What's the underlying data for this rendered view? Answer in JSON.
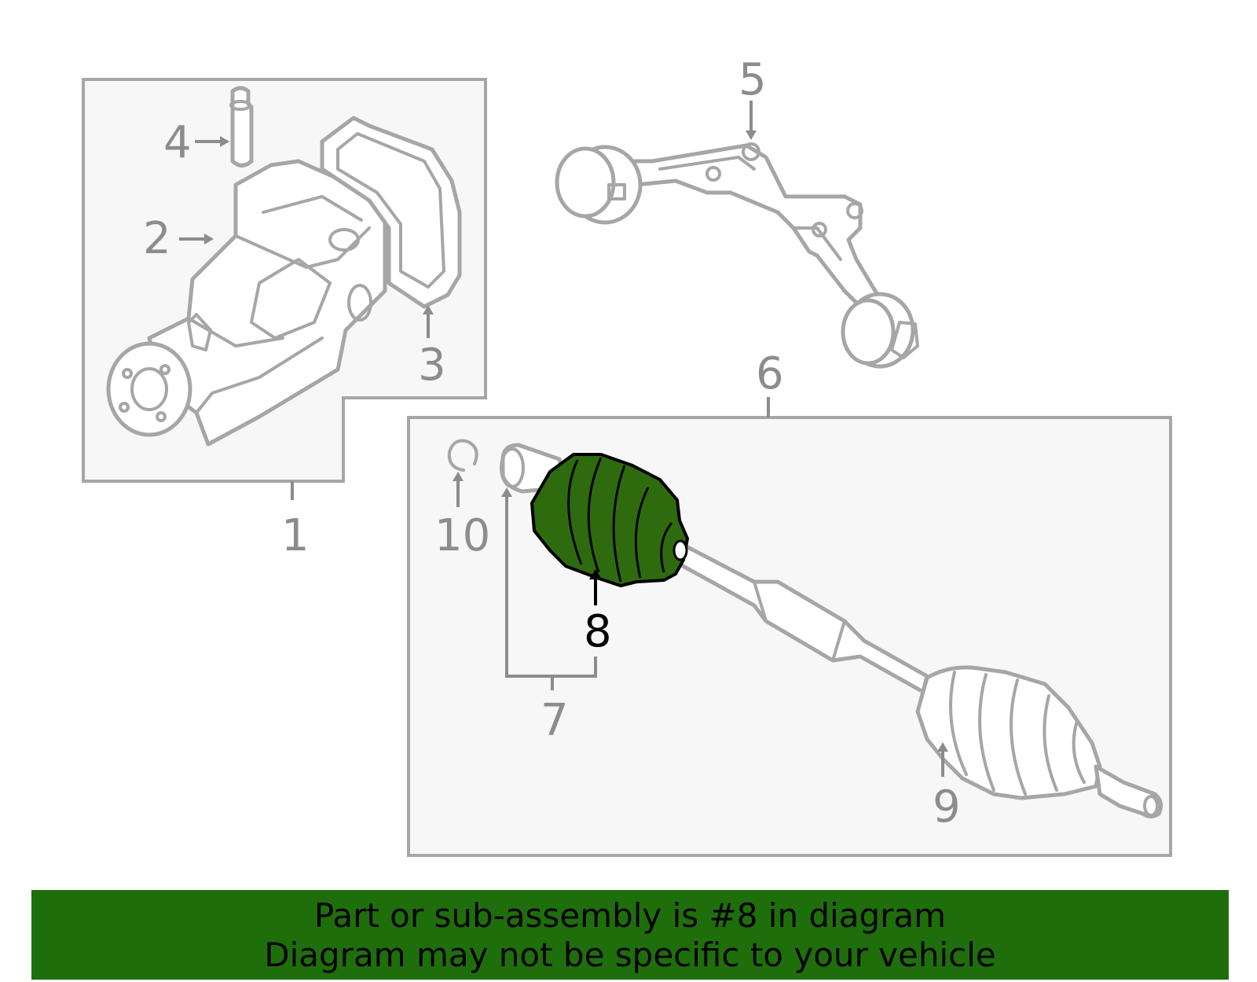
{
  "callouts": {
    "c1": "1",
    "c2": "2",
    "c3": "3",
    "c4": "4",
    "c5": "5",
    "c6": "6",
    "c7": "7",
    "c8": "8",
    "c9": "9",
    "c10": "10"
  },
  "highlighted_part": "8",
  "banner": {
    "line1": "Part or sub-assembly is #8 in diagram",
    "line2": "Diagram may not be specific to your vehicle"
  },
  "colors": {
    "banner": "#1f6e0c",
    "highlight": "#2e6b0e",
    "lines": "#a6a6a6",
    "callout_text": "#8c8c8c"
  }
}
